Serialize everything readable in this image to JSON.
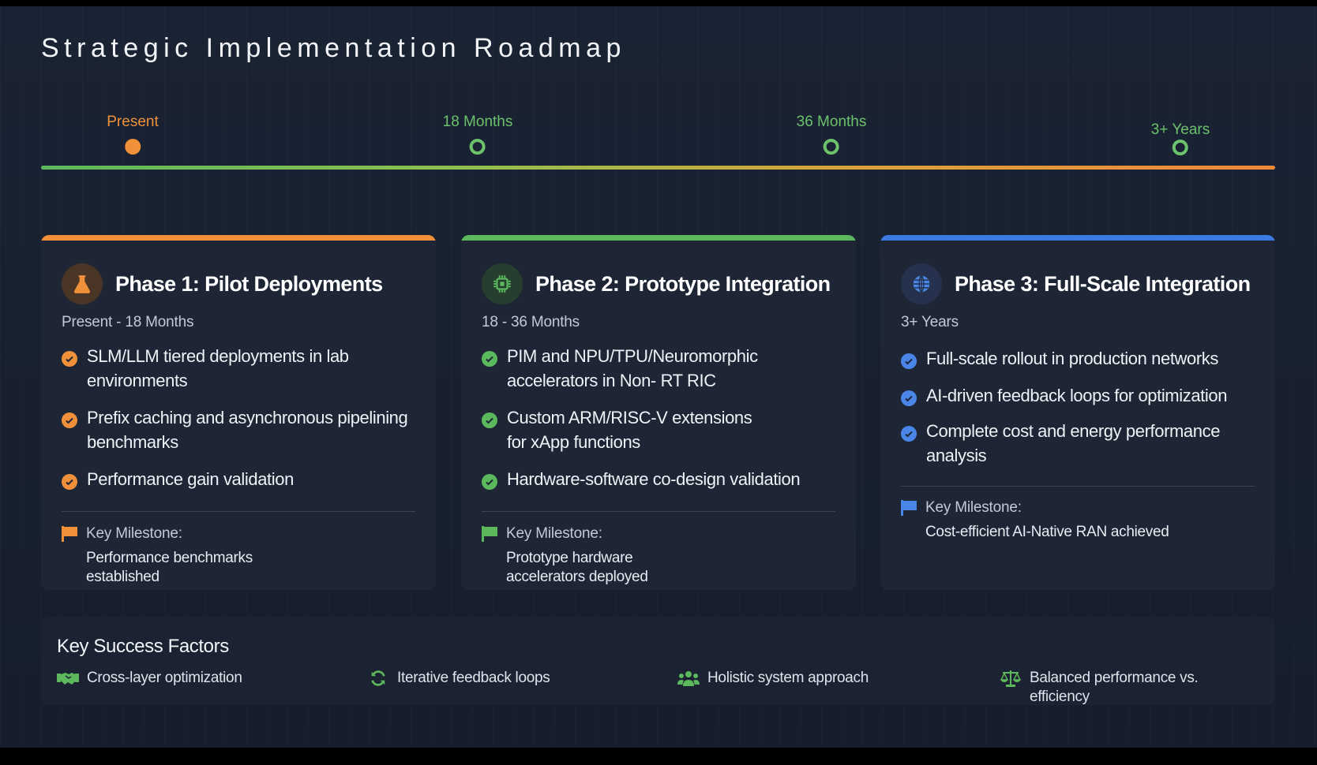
{
  "title": "Strategic Implementation Roadmap",
  "colors": {
    "orange": "#f0913a",
    "green": "#5cb85c",
    "blue": "#3b7ae0",
    "background": "#1a2333"
  },
  "timeline": [
    {
      "label": "Present",
      "color": "#f0913a",
      "state": "filled"
    },
    {
      "label": "18 Months",
      "color": "#6cc26c",
      "state": "ring"
    },
    {
      "label": "36 Months",
      "color": "#6cc26c",
      "state": "ring"
    },
    {
      "label": "3+ Years",
      "color": "#6cc26c",
      "state": "ring"
    }
  ],
  "phases": [
    {
      "icon": "flask-icon",
      "title": "Phase 1: Pilot Deployments",
      "range": "Present - 18 Months",
      "items": [
        "SLM/LLM tiered deployments in lab environments",
        "Prefix caching and asynchronous pipelining benchmarks",
        "Performance gain validation"
      ],
      "milestone_label": "Key Milestone:",
      "milestone_text": "Performance benchmarks established"
    },
    {
      "icon": "chip-icon",
      "title": "Phase 2: Prototype Integration",
      "range": "18 - 36 Months",
      "items": [
        "PIM and NPU/TPU/Neuromorphic accelerators in Non- RT RIC",
        "Custom ARM/RISC-V extensions for xApp functions",
        "Hardware-software co-design validation"
      ],
      "milestone_label": "Key Milestone:",
      "milestone_text": "Prototype hardware accelerators deployed"
    },
    {
      "icon": "globe-icon",
      "title": "Phase 3: Full-Scale Integration",
      "range": "3+ Years",
      "items": [
        "Full-scale rollout in production networks",
        "AI-driven feedback loops for optimization",
        "Complete cost and energy performance analysis"
      ],
      "milestone_label": "Key Milestone:",
      "milestone_text": "Cost-efficient AI-Native RAN achieved"
    }
  ],
  "success": {
    "title": "Key Success Factors",
    "items": [
      {
        "icon": "handshake-icon",
        "label": "Cross-layer optimization"
      },
      {
        "icon": "sync-icon",
        "label": "Iterative feedback loops"
      },
      {
        "icon": "users-icon",
        "label": "Holistic system approach"
      },
      {
        "icon": "balance-scale-icon",
        "label": "Balanced performance vs. efficiency"
      }
    ]
  }
}
